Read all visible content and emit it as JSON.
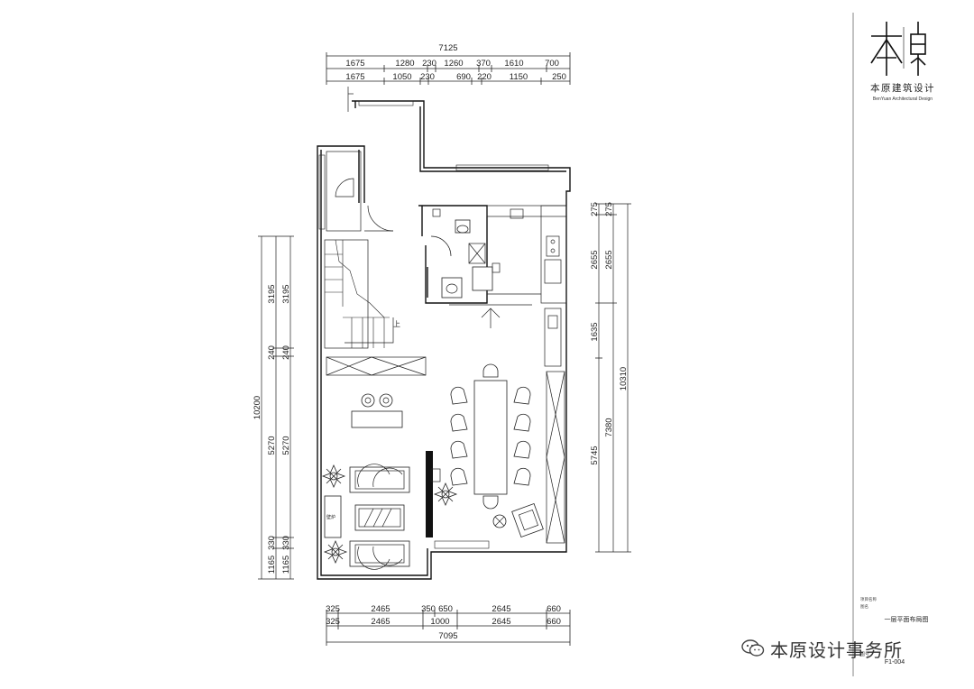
{
  "brand": {
    "logo_name": "本原建筑设计",
    "logo_subtitle": "BenYuan Architectural Design",
    "watermark": "本原设计事务所"
  },
  "title_block": {
    "project_label": "项目名称",
    "name_label": "图名",
    "drawing_title": "一层平面布局图",
    "number_label": "图号",
    "drawing_number": "F1-004"
  },
  "plan_labels": {
    "upstairs": "上",
    "fireplace": "壁炉"
  },
  "dimensions": {
    "top_total": "7125",
    "top_row1": [
      "1675",
      "1280",
      "230",
      "1260",
      "370",
      "1610",
      "700"
    ],
    "top_row2": [
      "1675",
      "1050",
      "230",
      "690",
      "220",
      "1150",
      "250"
    ],
    "bottom_row1": [
      "325",
      "2465",
      "350",
      "650",
      "2645",
      "660"
    ],
    "bottom_row2": [
      "325",
      "2465",
      "1000",
      "2645",
      "660"
    ],
    "bottom_total": "7095",
    "left_total": "10200",
    "left_col1": [
      "3195",
      "240",
      "5270",
      "330",
      "1165"
    ],
    "left_col2": [
      "3195",
      "240",
      "5270",
      "330",
      "1165"
    ],
    "right_col1": [
      "275",
      "2655",
      "1635",
      "5745"
    ],
    "right_col2": [
      "275",
      "2655",
      "7380"
    ],
    "right_total": "10310"
  },
  "colors": {
    "line": "#111111",
    "paper": "#ffffff"
  }
}
